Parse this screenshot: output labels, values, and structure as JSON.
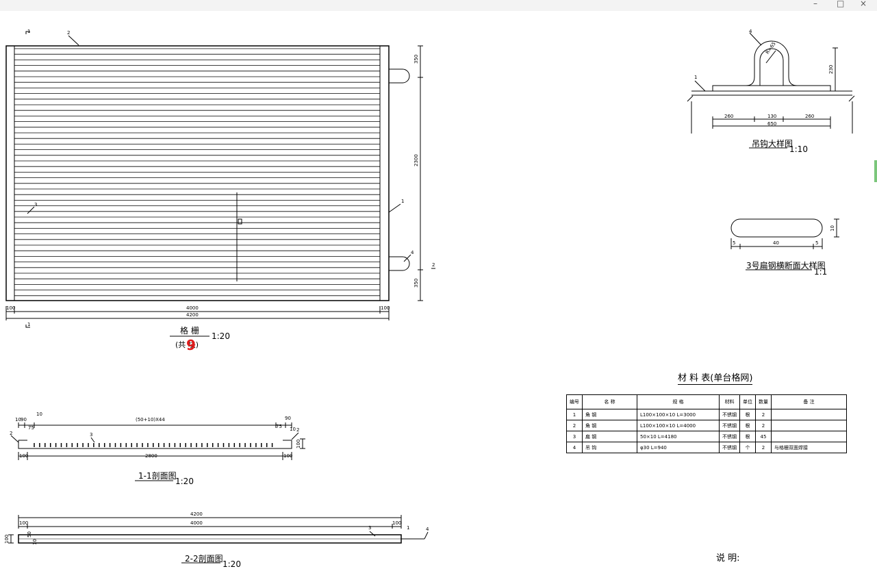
{
  "window": {
    "minimize_glyph": "–",
    "maximize_glyph": "□",
    "close_glyph": "×"
  },
  "grating": {
    "title": "格 栅",
    "subtitle": "(共 块)",
    "scale": "1:20",
    "red_mark": "9",
    "section_tag_1": "1",
    "section_tag_2": "2",
    "part_labels": {
      "p1": "1",
      "p2": "2",
      "p3": "3",
      "p4": "4"
    },
    "dims": {
      "top_right": "350",
      "middle_right": "2300",
      "bottom_right": "350",
      "left_end": "100",
      "inner": "4000",
      "right_end": "100",
      "overall": "4200"
    }
  },
  "hook_detail": {
    "title": "吊钩大样图",
    "scale": "1:10",
    "label_1": "1",
    "label_4": "4",
    "radius": "R=65",
    "height": "230",
    "dims": {
      "left": "260",
      "mid": "130",
      "right": "260",
      "total": "650"
    }
  },
  "flat_steel_detail": {
    "title": "3号扁钢横断面大样图",
    "scale": "1:1",
    "dims": {
      "left": "5",
      "mid": "40",
      "right": "5",
      "height": "10"
    }
  },
  "section_1_1": {
    "title": "1-1剖面图",
    "scale": "1:20",
    "dims": {
      "top_left_a": "10",
      "top_left_b": "90",
      "top_left_c": "10",
      "top_left_d": "75",
      "spacing": "(50+10)X44",
      "top_right_a": "90",
      "top_right_b": "75",
      "top_right_c": "10",
      "left": "100",
      "main": "2800",
      "right": "100",
      "height": "100"
    },
    "labels": {
      "left": "2",
      "mid": "3",
      "right": "2"
    }
  },
  "section_2_2": {
    "title": "2-2剖面图",
    "scale": "1:20",
    "dims": {
      "overall": "4200",
      "inner": "4000",
      "left": "100",
      "right": "100",
      "height": "100",
      "side_a": "50",
      "side_b": "10"
    },
    "labels": {
      "l3": "3",
      "l1": "1",
      "l4": "4"
    }
  },
  "material_table": {
    "title": "材 料 表(单台格网)",
    "headers": [
      "编号",
      "名 称",
      "规 格",
      "材料",
      "单位",
      "数量",
      "备 注"
    ],
    "rows": [
      [
        "1",
        "角 钢",
        "L100×100×10 L=3000",
        "不锈钢",
        "根",
        "2",
        ""
      ],
      [
        "2",
        "角 钢",
        "L100×100×10 L=4000",
        "不锈钢",
        "根",
        "2",
        ""
      ],
      [
        "3",
        "扁 钢",
        "50×10 L=4180",
        "不锈钢",
        "根",
        "45",
        ""
      ],
      [
        "4",
        "吊 钩",
        "φ30 L=940",
        "不锈钢",
        "个",
        "2",
        "与格栅双面焊接"
      ]
    ]
  },
  "notes": {
    "title": "说 明:"
  }
}
